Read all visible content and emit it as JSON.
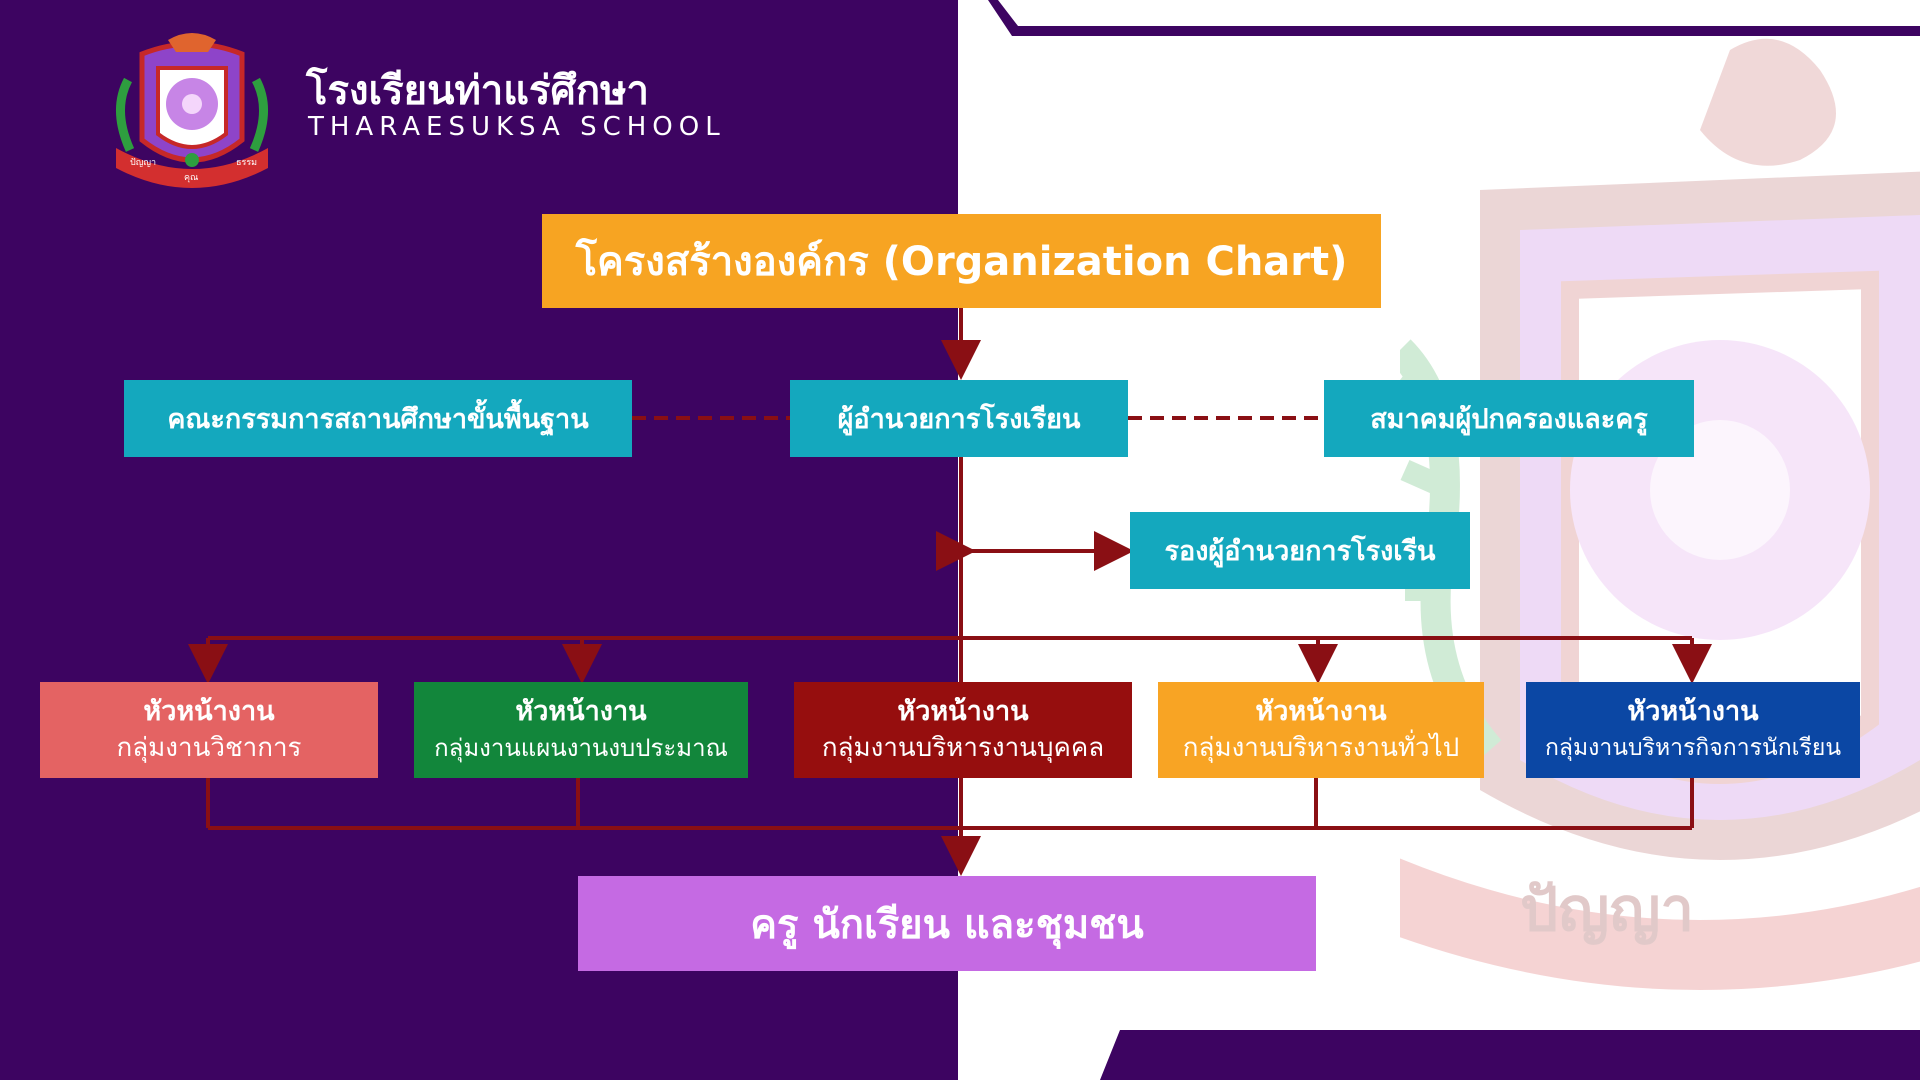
{
  "header": {
    "school_name_th": "โรงเรียนท่าแร่ศึกษา",
    "school_name_en": "THARAESUKSA SCHOOL"
  },
  "chart_title": "โครงสร้างองค์กร (Organization Chart)",
  "top_row": {
    "board": "คณะกรรมการสถานศึกษาขั้นพื้นฐาน",
    "director": "ผู้อำนวยการโรงเรียน",
    "association": "สมาคมผู้ปกครองและครู"
  },
  "deputy": "รองผู้อำนวยการโรงเรีน",
  "departments": [
    {
      "head": "หัวหน้างาน",
      "name": "กลุ่มงานวิชาการ",
      "color": "#e46363"
    },
    {
      "head": "หัวหน้างาน",
      "name": "กลุ่มงานแผนงานงบประมาณ",
      "color": "#12863b"
    },
    {
      "head": "หัวหน้างาน",
      "name": "กลุ่มงานบริหารงานบุคคล",
      "color": "#960e0e"
    },
    {
      "head": "หัวหน้างาน",
      "name": "กลุ่มงานบริหารงานทั่วไป",
      "color": "#f8a424"
    },
    {
      "head": "หัวหน้างาน",
      "name": "กลุ่มงานบริหารกิจการนักเรียน",
      "color": "#0b47a4"
    }
  ],
  "bottom": "ครู นักเรียน และชุมชน",
  "logo_text": {
    "left": "ปัญญา",
    "center": "คุณ",
    "right": "ธรรม"
  },
  "watermark_text": "ปัญญา",
  "colors": {
    "background_left": "#3d0461",
    "connector": "#8a0f14",
    "title_box": "#f7a422",
    "teal_box": "#14a8be",
    "bottom_box": "#c56ae3"
  }
}
